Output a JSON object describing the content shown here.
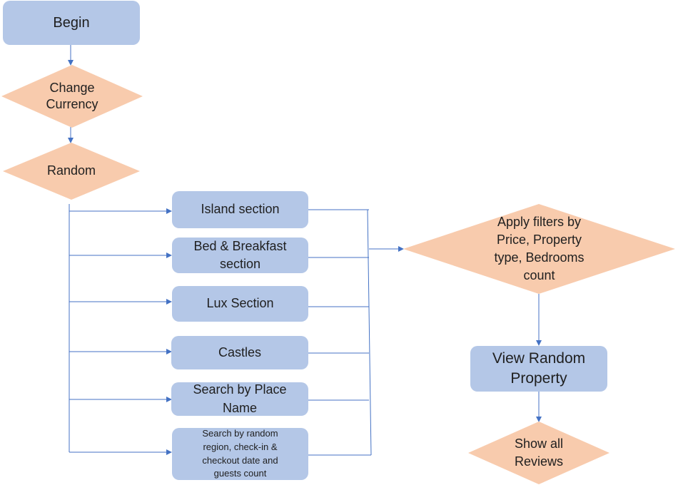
{
  "diagram": {
    "colors": {
      "process_fill": "#b4c7e7",
      "decision_fill": "#f8cbad",
      "connector": "#4472c4",
      "text": "#1f1f1f"
    },
    "nodes": {
      "begin": "Begin",
      "change_currency": "Change Currency",
      "random": "Random",
      "island": "Island section",
      "bnb": "Bed & Breakfast section",
      "lux": "Lux Section",
      "castles": "Castles",
      "search_place": "Search by Place Name",
      "search_random": "Search by random region, check-in & checkout  date and guests count",
      "filters": "Apply filters by Price, Property type, Bedrooms count",
      "view_random": "View Random Property",
      "show_reviews": "Show all Reviews"
    }
  }
}
